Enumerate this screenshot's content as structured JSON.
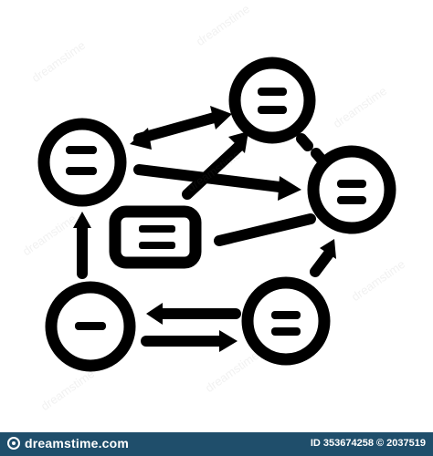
{
  "footer": {
    "logo": "dreamstime.com",
    "id_text": "ID 353674258 © 2037519"
  },
  "watermark_text": "dreamstime",
  "icon": {
    "name": "network-connections-icon",
    "stroke_color": "#000000",
    "background": "#ffffff",
    "footer_color": "#1f4e6b"
  }
}
